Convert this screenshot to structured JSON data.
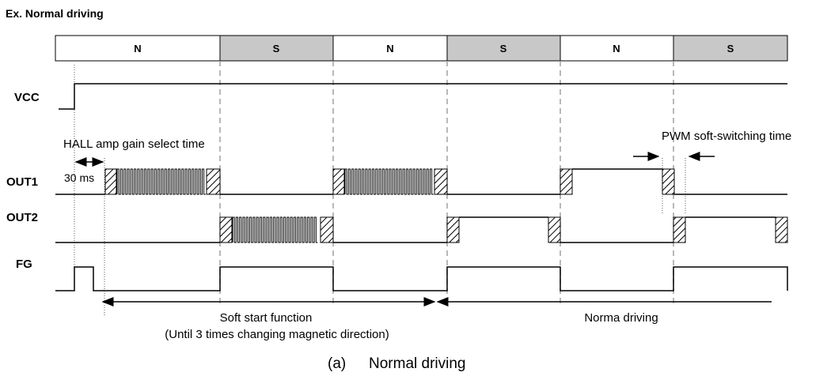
{
  "heading": "Ex. Normal driving",
  "poles": [
    "N",
    "S",
    "N",
    "S",
    "N",
    "S"
  ],
  "colors": {
    "line": "#000000",
    "pole_shaded": "#c8c8c8",
    "pole_plain": "#ffffff",
    "guide": "#a0a0a0"
  },
  "signals": {
    "vcc": "VCC",
    "out1": "OUT1",
    "out2": "OUT2",
    "fg": "FG"
  },
  "annotations": {
    "hall": "HALL amp gain select time",
    "ms30": "30 ms",
    "pwm": "PWM soft-switching time",
    "soft_start": "Soft start function",
    "soft_start_note": "(Until 3 times changing magnetic direction)",
    "normal": "Norma driving"
  },
  "caption_label": "(a)",
  "caption_text": "Normal driving"
}
